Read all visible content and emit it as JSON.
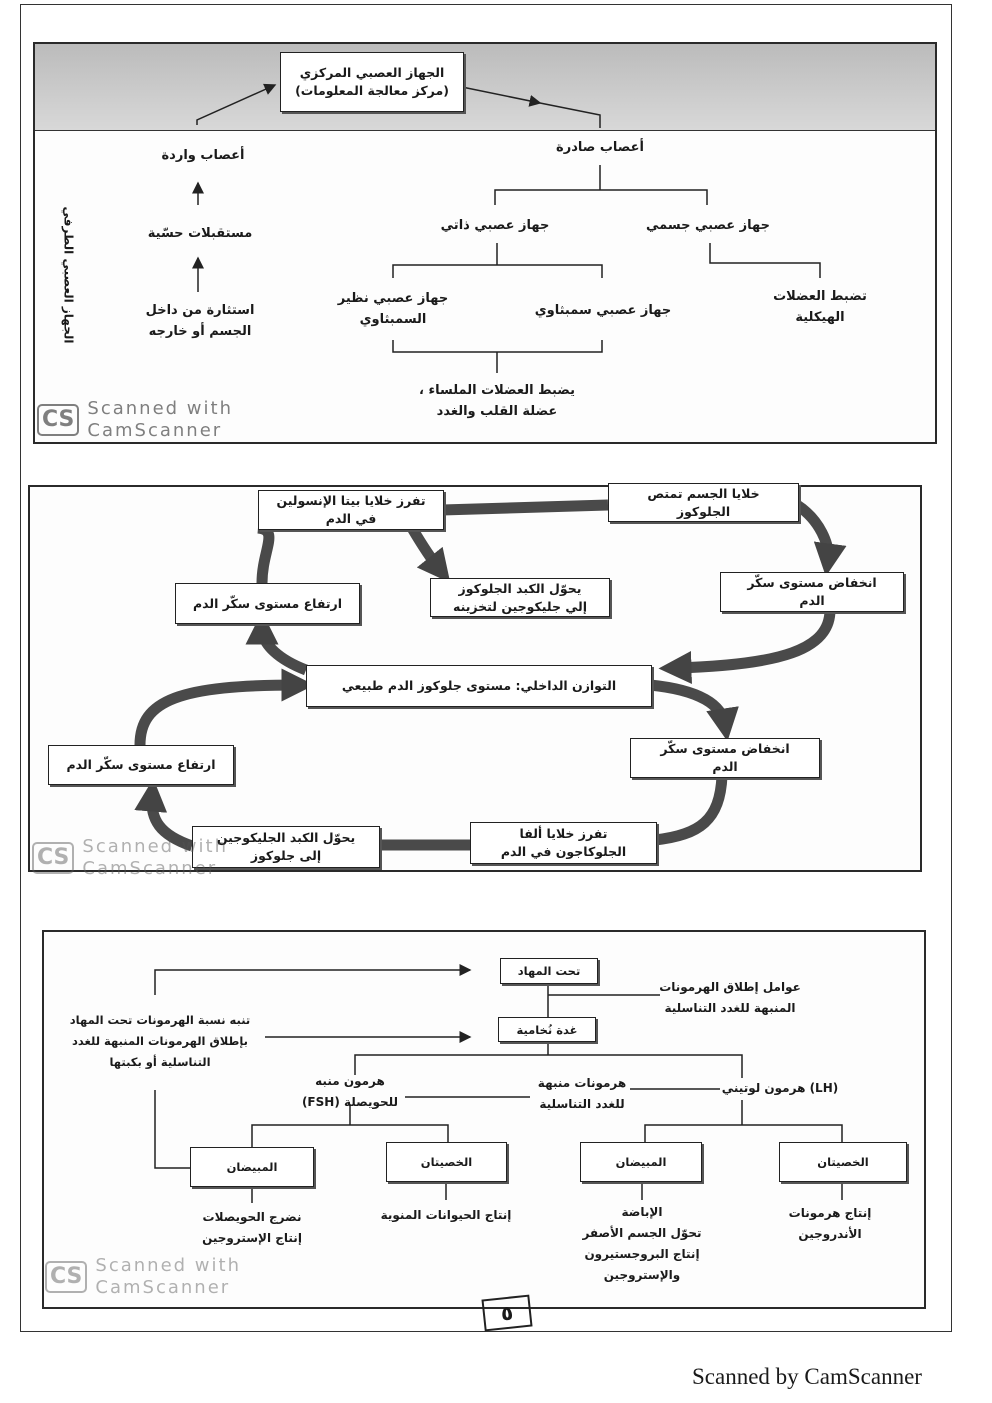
{
  "nervous_system": {
    "cns": "الجهاز العصبي المركزي\n(مركز معالجة المعلومات)",
    "afferent": "أعصاب واردة",
    "efferent": "أعصاب صادرة",
    "receptors": "مستقبلات حسّية",
    "stimulus": "استثارة من داخل\nالجسم أو خارجه",
    "peripheral_label": "الجهاز العصبي الطرفي",
    "autonomic": "جهاز عصبي ذاتي",
    "somatic": "جهاز عصبي جسمي",
    "parasympathetic": "جهاز عصبي نظير\nالسمبثاوي",
    "sympathetic": "جهاز عصبي سمبثاوي",
    "skeletal": "تضبط العضلات\nالهيكلية",
    "smooth": "يضبط العضلات الملساء ،\nعضلة القلب والغدد"
  },
  "glucose_cycle": {
    "beta_cells": "تفرز خلايا بيتا الإنسولين\nفي الدم",
    "cells_absorb": "خلايا الجسم تمتص\nالجلوكوز",
    "liver_store": "يحوّل الكبد الجلوكوز\nإلي جليكوجين لتخزينه",
    "rise_top": "ارتفاع مستوى سكّر الدم",
    "drop_top": "انخفاض مستوى سكّر\nالدم",
    "homeostasis": "التوازن الداخلي: مستوى جلوكوز الدم طبيعي",
    "drop_bottom": "انخفاض مستوى سكّر\nالدم",
    "rise_bottom": "ارتفاع مستوى سكّر الدم",
    "alpha_cells": "تفرز خلايا ألفا\nالجلوكاجون في الدم",
    "liver_release": "يحوّل الكبد الجليكوجين\nإلى جلوكوز"
  },
  "hormones": {
    "hypothalamus": "تحت المهاد",
    "releasing_factors": "عوامل إطلاق الهرمونات\nالمنبهة للغدد التناسلية",
    "pituitary": "غدة نُخامية",
    "feedback": "تنبه نسبة الهرمونات تحت المهاد\nبإطلاق الهرمونات المنبهة للغدد\nالتناسلية أو بكبتها",
    "fsh": "هرمون منبه\nللحويصلة (FSH)",
    "gonadotropins": "هرمونات منبهة\nللغدد التناسلية",
    "lh": "(LH) هرمون لوتيني",
    "ovaries_1": "المبيضان",
    "testes_1": "الخصيتان",
    "ovaries_2": "المبيضان",
    "testes_2": "الخصيتان",
    "follicle_out": "نضرج الحويصلات\nإنتاج الإستروجين",
    "sperm_out": "إنتاج الحيوانات المنوية",
    "ovulation_out": "الإباضة\nتحوّل الجسم الأصفر\nإنتاج البروجستيرون\nوالإستروجين",
    "androgen_out": "إنتاج هرمونات\nالأندروجين"
  },
  "watermark": {
    "logo": "CS",
    "text": "Scanned with\nCamScanner"
  },
  "page_number": "٥",
  "footer": "Scanned by CamScanner"
}
